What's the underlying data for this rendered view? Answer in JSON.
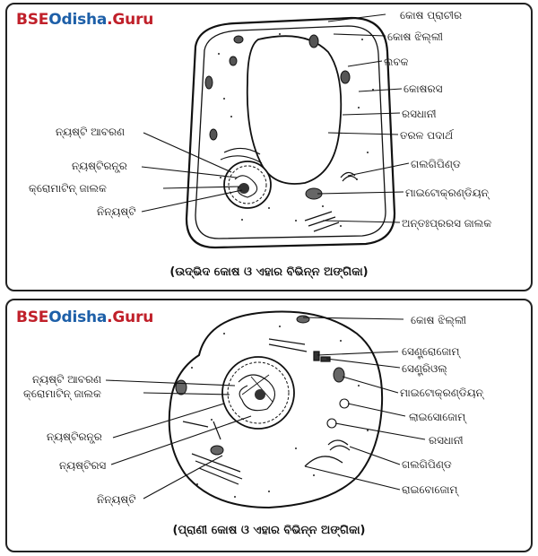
{
  "brand": {
    "part1": "BSE",
    "part2": "Odisha",
    "part3": ".Guru"
  },
  "plant": {
    "caption": "(ଉଦ୍ଭିଦ କୋଷ ଓ ଏହାର ବିଭିନ୍ନ ଅଙ୍ଗିକା)",
    "labels": {
      "cell_wall": "କୋଷ ପ୍ରାଚୀର",
      "cell_membrane": "କୋଷ ଝିଲ୍ଲୀ",
      "plastid": "ଲବକ",
      "cytoplasm": "କୋଷରସ",
      "vacuole": "ରସଧାନୀ",
      "fluid": "ତରଳ ପଦାର୍ଥ",
      "golgi": "ଗଲଗିପିଣ୍ଡ",
      "mitochondria": "ମାଇଟୋକ୍ରଣ୍ଡିୟନ୍",
      "er": "ଅନ୍ତଃପ୍ରରସ ଜାଲକ",
      "nuclear_envelope": "ନ୍ୟଷ୍ଟି ଆବରଣ",
      "nuclear_pore": "ନ୍ୟଷ୍ଟିରନ୍ଧ୍ର",
      "chromatin": "କ୍ରୋମାଟିନ୍ ଜାଲକ",
      "nucleolus": "ନିନ୍ୟଷ୍ଟି"
    }
  },
  "animal": {
    "caption": "(ପ୍ରାଣୀ କୋଷ ଓ ଏହାର ବିଭିନ୍ନ ଅଙ୍ଗିକା)",
    "labels": {
      "cell_membrane": "କୋଷ ଝିଲ୍ଲୀ",
      "centrosome": "ସେଣ୍ଟ୍ରୋଜୋମ୍",
      "centriole": "ସେଣ୍ଟ୍ରିଓଲ୍",
      "mitochondria": "ମାଇଟୋକ୍ରଣ୍ଡିୟନ୍",
      "lysosome": "ଲାଇସୋଜୋମ୍",
      "vacuole": "ରସଧାନୀ",
      "golgi": "ଗଲଗିପିଣ୍ଡ",
      "ribosome": "ରାଇବୋଜୋମ୍",
      "nuclear_envelope": "ନ୍ୟଷ୍ଟି ଆବରଣ",
      "chromatin": "କ୍ରୋମାଟିନ୍ ଜାଲକ",
      "nuclear_pore": "ନ୍ୟଷ୍ଟିରନ୍ଧ୍ର",
      "nucleoplasm": "ନ୍ୟଷ୍ଟିରସ",
      "nucleolus": "ନିନ୍ୟଷ୍ଟି"
    }
  },
  "colors": {
    "brand_red": "#c0202a",
    "brand_blue": "#1d5fa8",
    "ink": "#111111"
  }
}
